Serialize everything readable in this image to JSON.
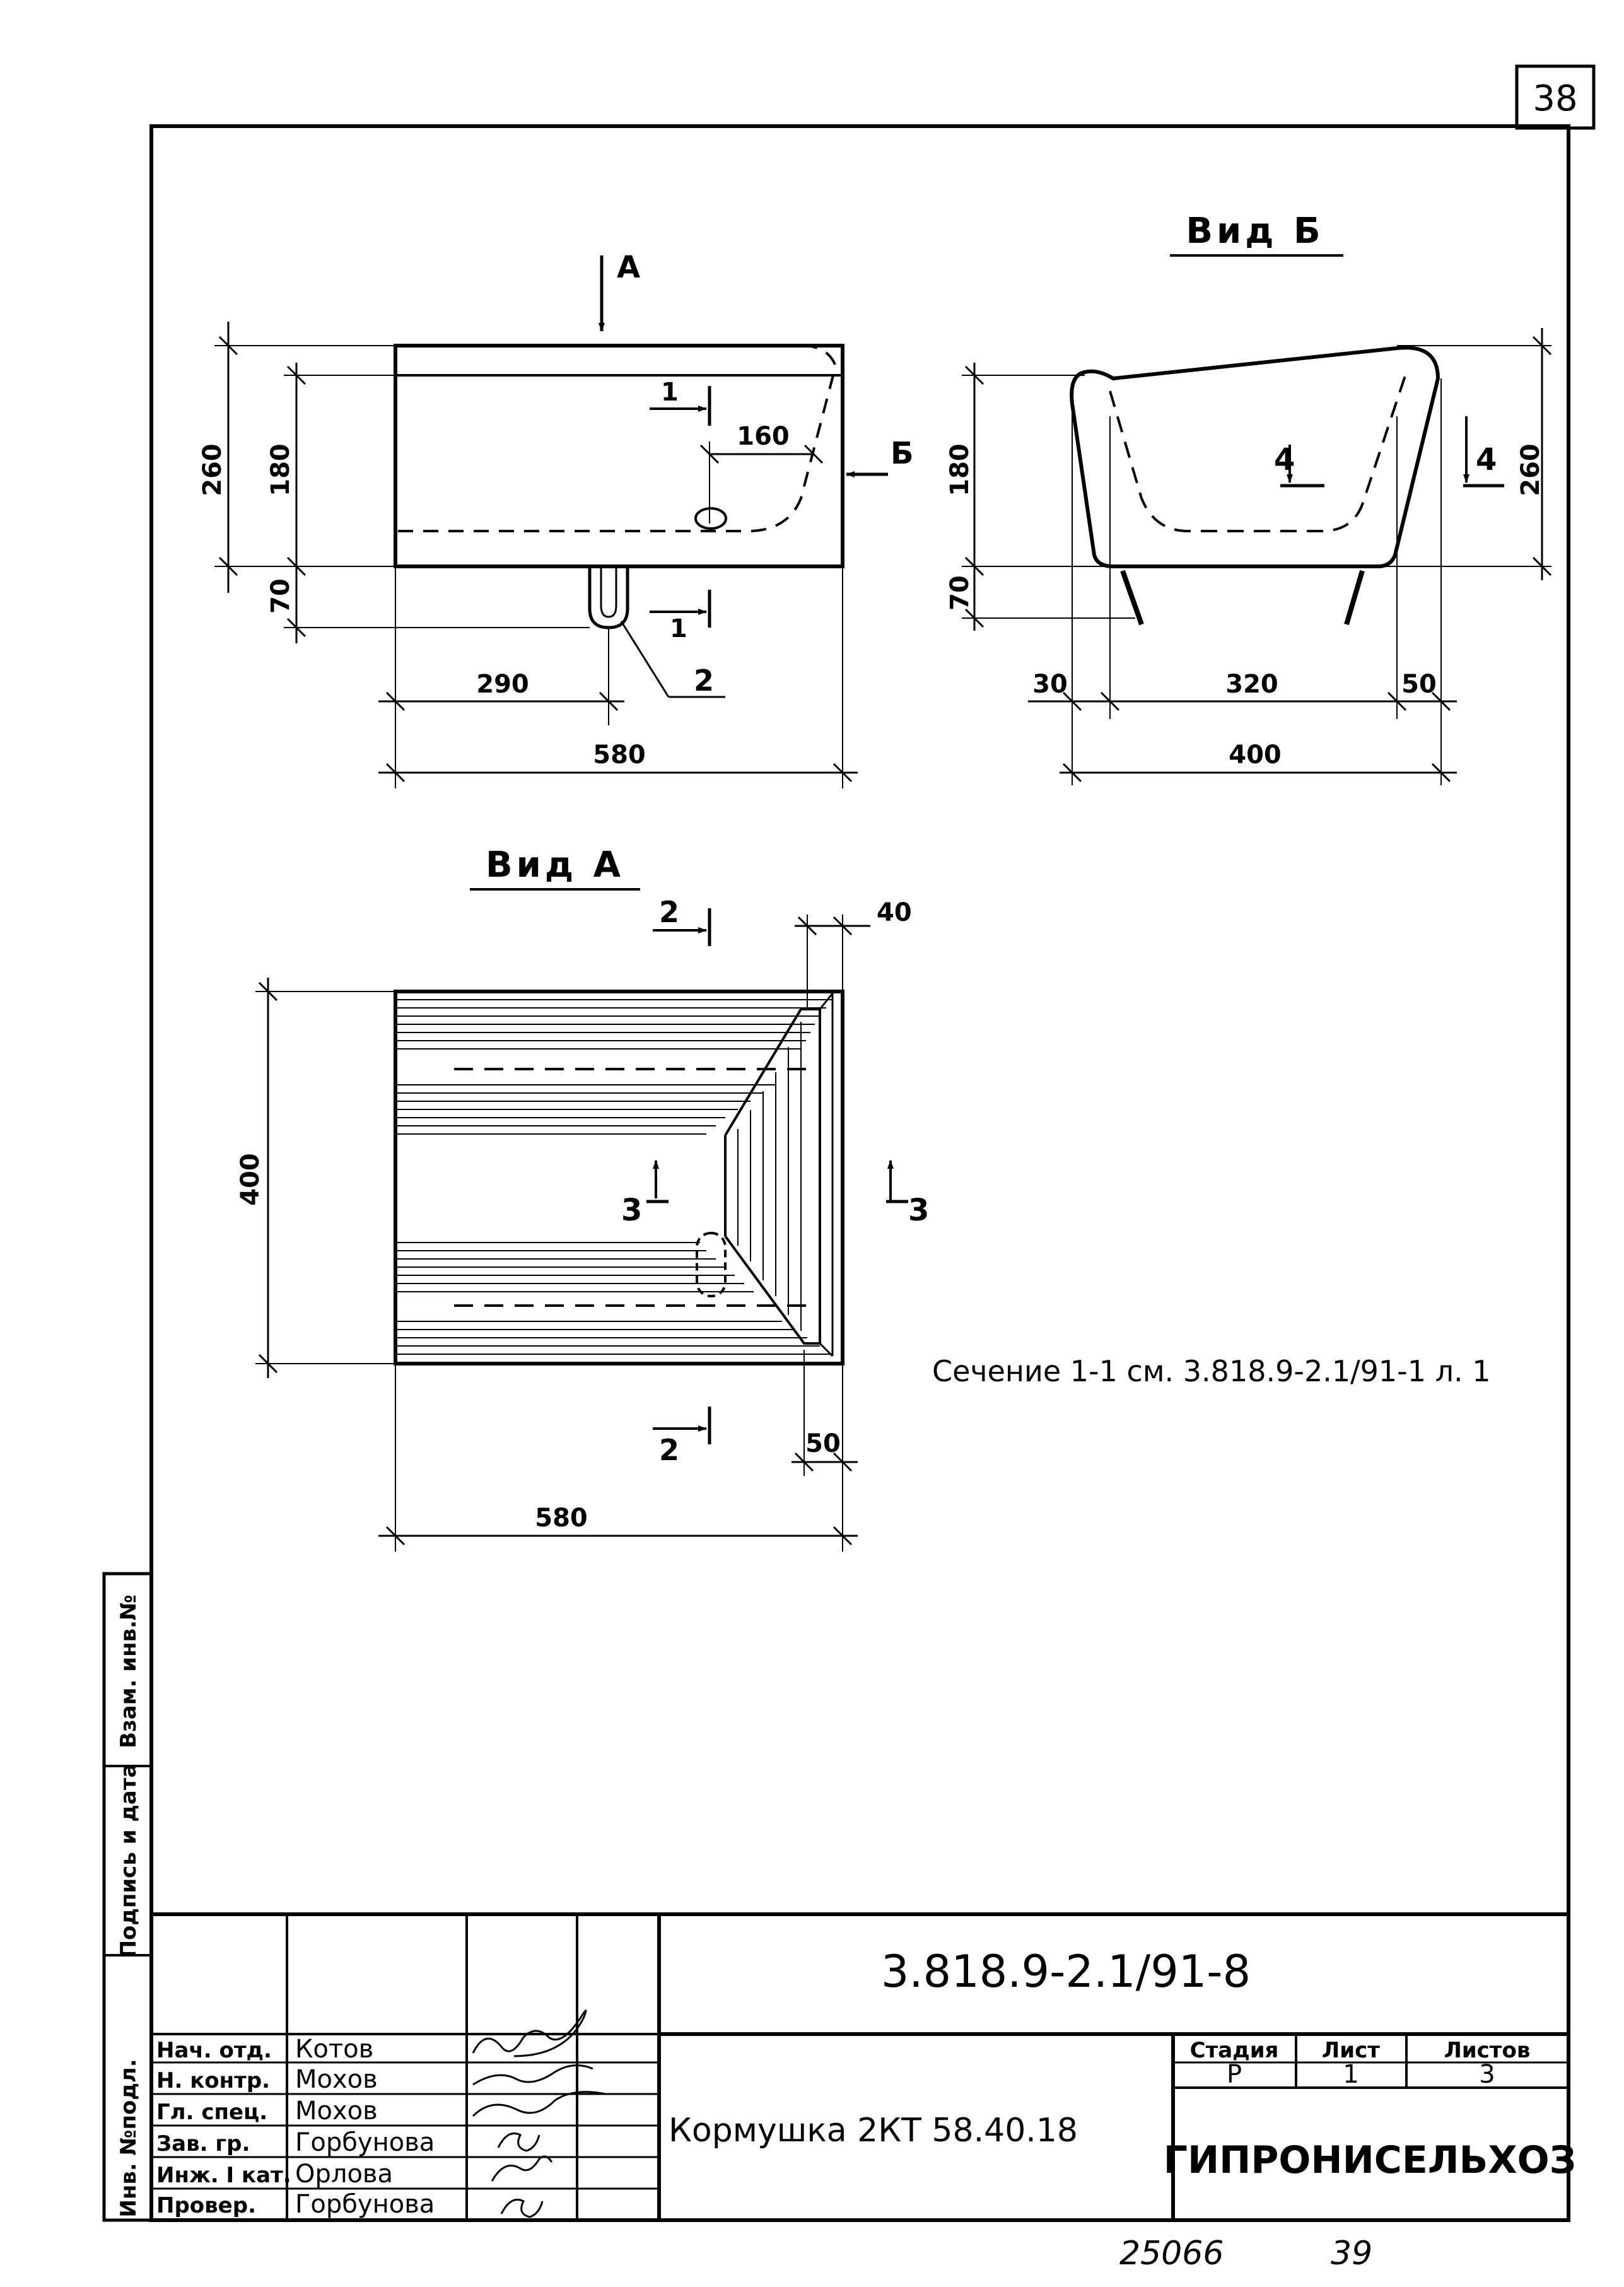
{
  "sheet_number": "38",
  "view_b": {
    "title": "Вид Б",
    "dims": {
      "overall_h": "260",
      "bowl_h": "180",
      "leg_h": "70",
      "left": "30",
      "mid": "320",
      "right": "50",
      "total": "400"
    },
    "section_4_left": "4",
    "section_4_right": "4"
  },
  "front_view": {
    "arrow_a": "А",
    "arrow_b": "Б",
    "section_1_top": "1",
    "section_1_bottom": "1",
    "dims": {
      "overall_h": "260",
      "bowl_h": "180",
      "leg_h": "70",
      "offset": "160",
      "half": "290",
      "total": "580"
    },
    "leader_2": "2"
  },
  "view_a": {
    "title": "Вид А",
    "dims": {
      "height": "400",
      "top_right": "40",
      "bottom_right": "50",
      "total": "580"
    },
    "section_2_top": "2",
    "section_2_bottom": "2",
    "section_3_left": "3",
    "section_3_right": "3"
  },
  "note": "Сечение 1-1 см. 3.818.9-2.1/91-1 л. 1",
  "side_strip": {
    "c1": "Инв. №подл.",
    "c2": "Подпись и дата",
    "c3": "Взам. инв.№"
  },
  "title_block": {
    "doc_code": "3.818.9-2.1/91-8",
    "rows": [
      {
        "role": "Нач. отд.",
        "name": "Котов"
      },
      {
        "role": "Н. контр.",
        "name": "Мохов"
      },
      {
        "role": "Гл. спец.",
        "name": "Мохов"
      },
      {
        "role": "Зав. гр.",
        "name": "Горбунова"
      },
      {
        "role": "Инж. I кат.",
        "name": "Орлова"
      },
      {
        "role": "Провер.",
        "name": "Горбунова"
      }
    ],
    "product": "Кормушка 2КТ 58.40.18",
    "stage_label": "Стадия",
    "sheet_label": "Лист",
    "sheets_label": "Листов",
    "stage": "Р",
    "sheet": "1",
    "sheets": "3",
    "org": "ГИПРОНИСЕЛЬХОЗ"
  },
  "footer": {
    "num1": "25066",
    "num2": "39"
  }
}
